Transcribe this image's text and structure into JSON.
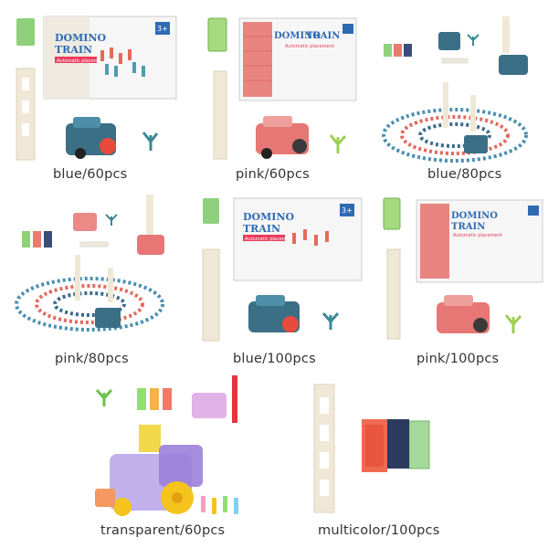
{
  "box_text": {
    "brand_line1": "DOMINO",
    "brand_line2": "TRAIN",
    "subtitle": "Automatic placement",
    "age": "3+"
  },
  "colors": {
    "blue_train": "#3a6f86",
    "pink_train": "#e67774",
    "green_tile": "#8fd17a",
    "cream_tower": "#f0e8d6",
    "orange_tile": "#f06a52",
    "navy_tile": "#2a3b5e",
    "yellow": "#f5c41c",
    "purple": "#9b7fd9"
  },
  "options": [
    {
      "label": "blue/60pcs"
    },
    {
      "label": "pink/60pcs"
    },
    {
      "label": "blue/80pcs"
    },
    {
      "label": "pink/80pcs"
    },
    {
      "label": "blue/100pcs"
    },
    {
      "label": "pink/100pcs"
    },
    {
      "label": "transparent/60pcs"
    },
    {
      "label": "multicolor/100pcs"
    }
  ]
}
